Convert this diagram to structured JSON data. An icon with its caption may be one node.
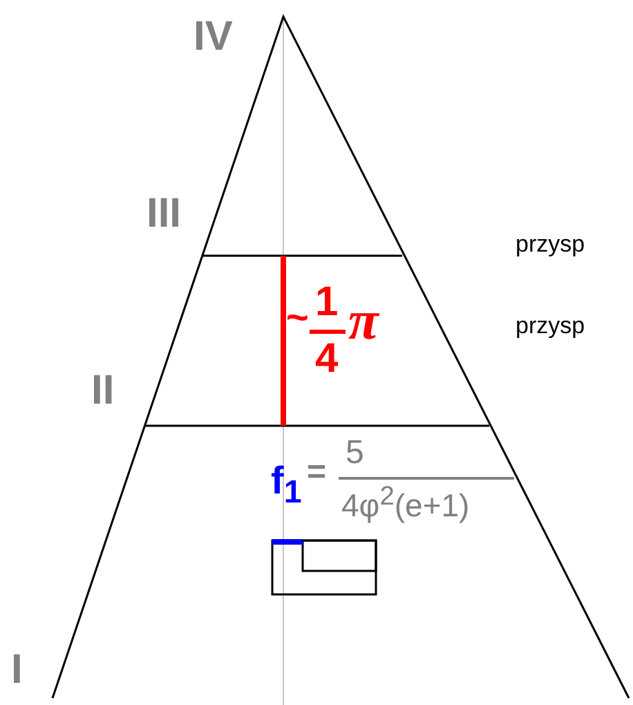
{
  "diagram": {
    "labels": [
      "IV",
      "III",
      "przysp",
      "~",
      "1",
      "4",
      "π",
      "przysp",
      "II",
      "f$_{1}$",
      "=",
      "5",
      "4φ$^{2}$(e+1)",
      "I"
    ]
  }
}
